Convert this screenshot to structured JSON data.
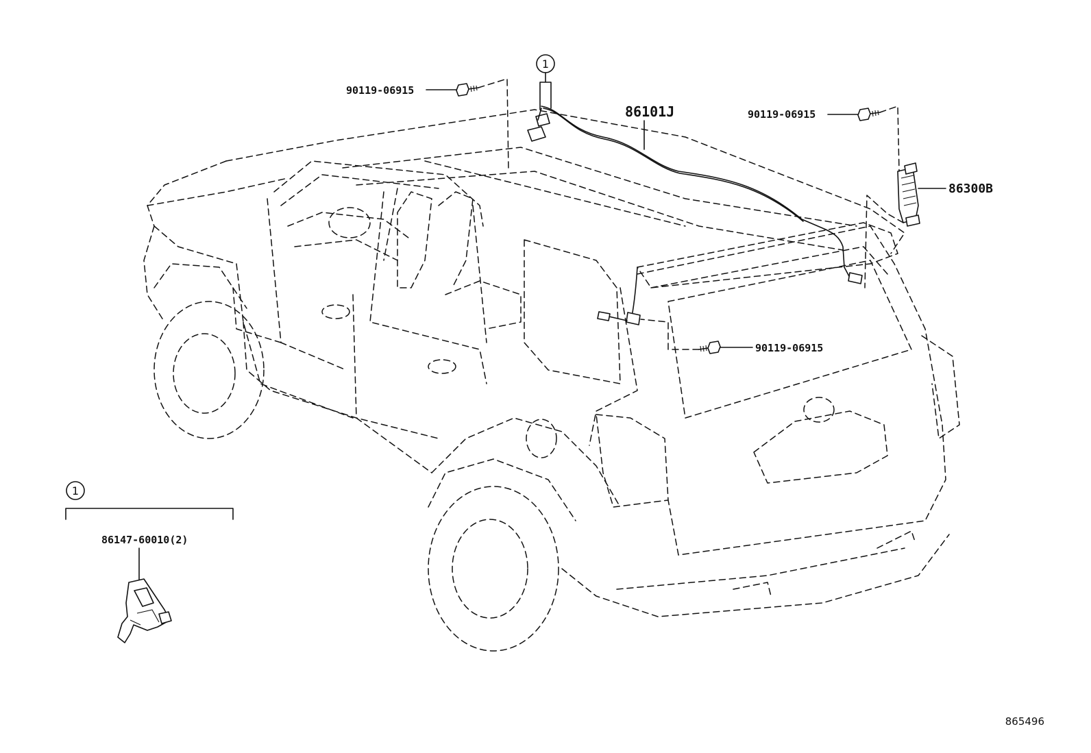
{
  "diagram": {
    "ref_number": "865496",
    "callout_marker": "1",
    "parts": {
      "bolt_left": "90119-06915",
      "bolt_right": "90119-06915",
      "bolt_center": "90119-06915",
      "antenna_cord": "86101J",
      "antenna_amplifier": "86300B",
      "clamp": "86147-60010(2)"
    }
  }
}
